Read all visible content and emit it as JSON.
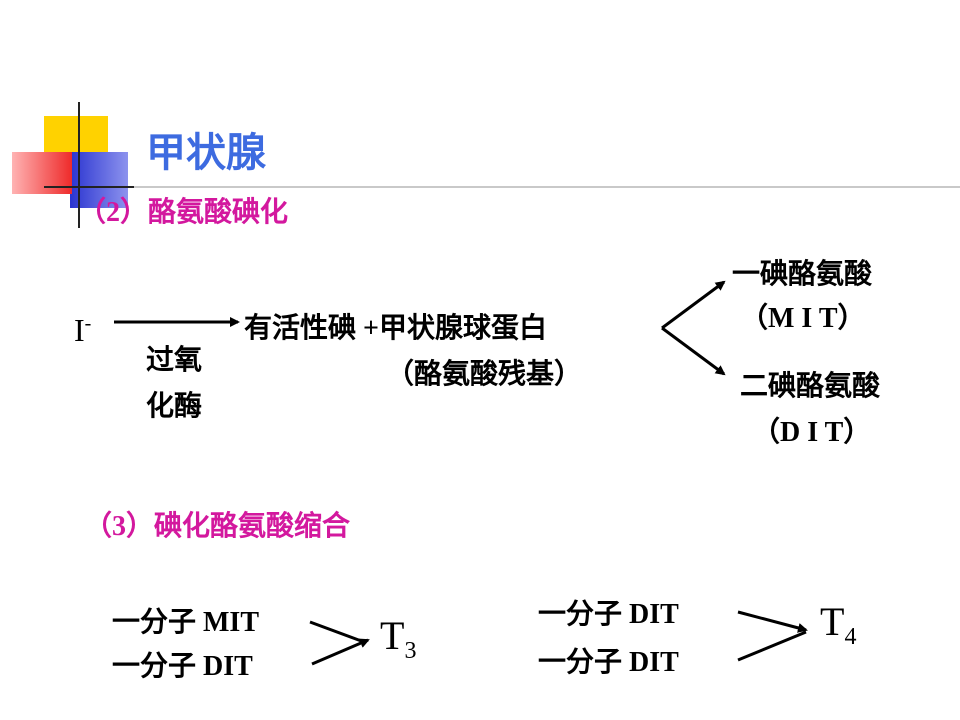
{
  "title": "甲状腺",
  "sections": [
    {
      "heading": "（2）酪氨酸碘化"
    },
    {
      "heading": "（3）碘化酪氨酸缩合"
    }
  ],
  "iodination": {
    "iodide": "I",
    "iodide_sup": "-",
    "enzyme_line1": "过氧",
    "enzyme_line2": "化酶",
    "active_iodine": "有活性碘 +甲状腺球蛋白",
    "residue": "（酪氨酸残基）",
    "mit_name": "一碘酪氨酸",
    "mit_abbr": "（M I T）",
    "dit_name": "二碘酪氨酸",
    "dit_abbr": "（D I T）"
  },
  "condensation": {
    "t3_line1": "一分子 MIT",
    "t3_line2": "一分子 DIT",
    "t3_label": "T",
    "t3_sub": "3",
    "t4_line1": "一分子 DIT",
    "t4_line2": "一分子 DIT",
    "t4_label": "T",
    "t4_sub": "4"
  },
  "colors": {
    "title": "#3d6be0",
    "heading": "#d3189e",
    "deco_yellow": "#ffd200",
    "deco_blue": "#3a44d8",
    "deco_red": "#ee2a2a"
  }
}
